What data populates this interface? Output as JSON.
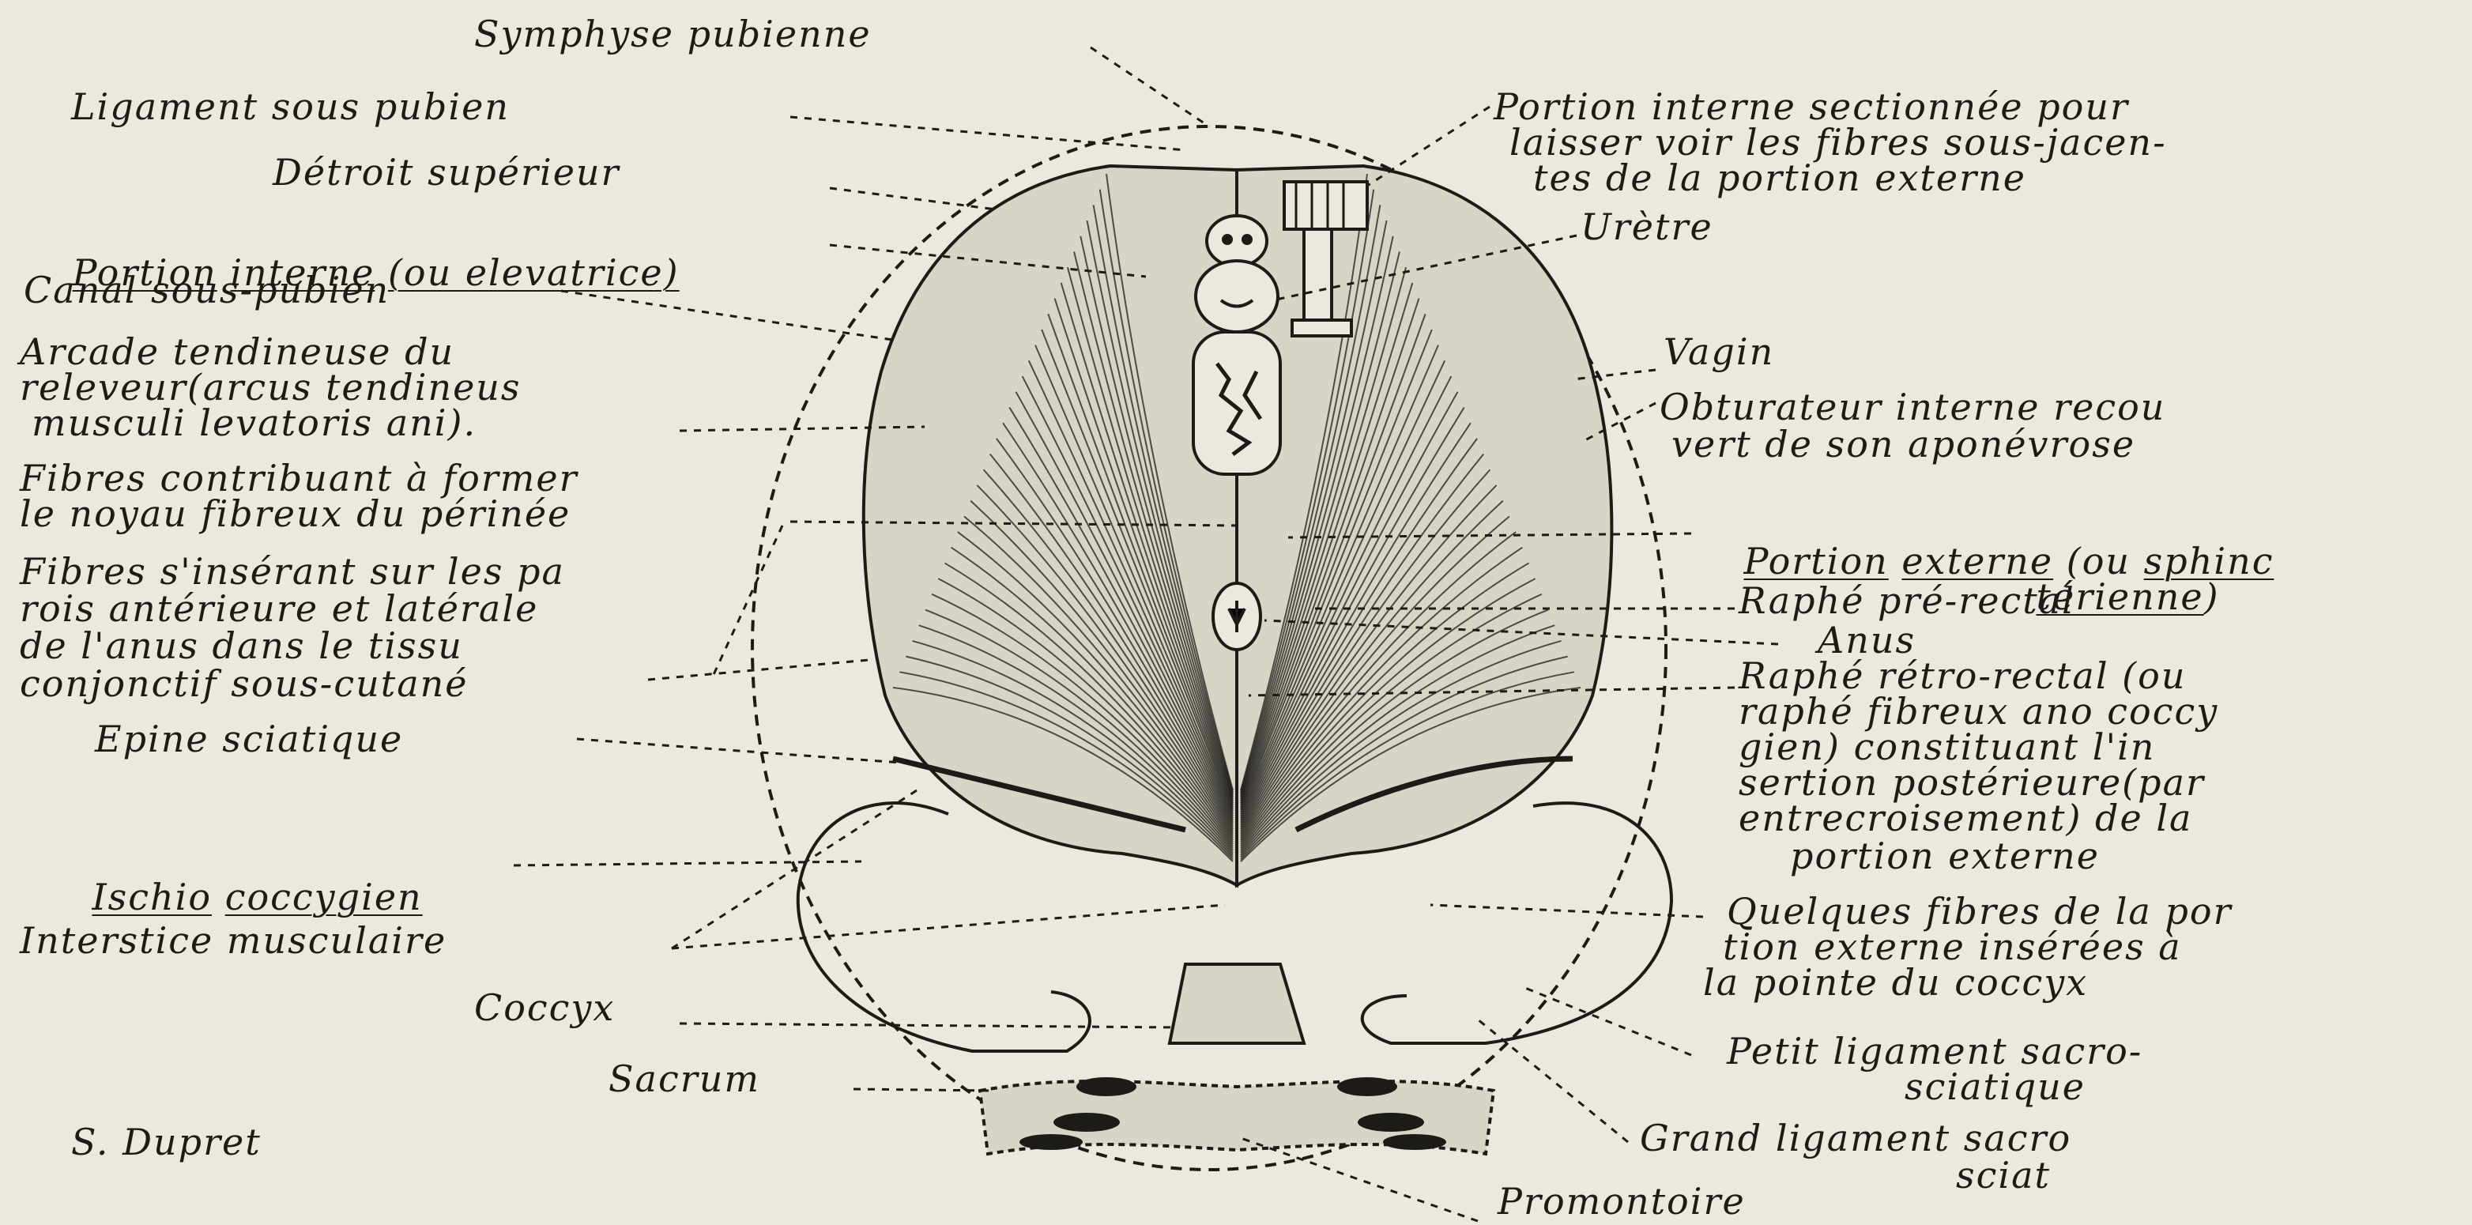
{
  "left_labels": {
    "symphyse": "Symphyse pubienne",
    "ligament_sous_pubien": "Ligament sous pubien",
    "detroit": "Détroit supérieur",
    "portion_interne_a": "Portion",
    "portion_interne_b": "interne",
    "portion_interne_c": "(ou elevatrice)",
    "canal": "Canal sous-pubien",
    "arcade_1": "Arcade tendineuse du",
    "arcade_2": "releveur(arcus tendineus",
    "arcade_3": "musculi levatoris ani).",
    "fibres_noyau_1": "Fibres contribuant à former",
    "fibres_noyau_2": "le noyau fibreux du périnée",
    "fibres_anus_1": "Fibres s'insérant sur les pa",
    "fibres_anus_2": "rois antérieure et latérale",
    "fibres_anus_3": "de l'anus dans le tissu",
    "fibres_anus_4": "conjonctif sous-cutané",
    "epine": "Epine sciatique",
    "ischio_a": "Ischio",
    "ischio_b": "coccygien",
    "interstice": "Interstice musculaire",
    "coccyx": "Coccyx",
    "sacrum": "Sacrum",
    "signature": "S. Dupret"
  },
  "right_labels": {
    "portion_sect_1": "Portion interne sectionnée pour",
    "portion_sect_2": "laisser voir les fibres sous-jacen-",
    "portion_sect_3": "tes de la portion externe",
    "uretre": "Urètre",
    "vagin": "Vagin",
    "obturateur_1": "Obturateur interne recou",
    "obturateur_2": "vert de son aponévrose",
    "portion_ext_a": "Portion",
    "portion_ext_b": "externe",
    "portion_ext_c": "(ou",
    "portion_ext_d": "sphinc",
    "portion_ext_e": "térienne",
    "portion_ext_f": ")",
    "raphe_pre": "Raphé pré-rectal",
    "anus": "Anus",
    "raphe_retro_1": "Raphé rétro-rectal (ou",
    "raphe_retro_2": "raphé fibreux ano coccy",
    "raphe_retro_3": "gien) constituant l'in",
    "raphe_retro_4": "sertion postérieure(par",
    "raphe_retro_5": "entrecroisement) de la",
    "raphe_retro_6": "portion externe",
    "quelques_1": "Quelques fibres de la por",
    "quelques_2": "tion externe insérées à",
    "quelques_3": "la pointe du coccyx",
    "petit_1": "Petit ligament sacro-",
    "petit_2": "sciatique",
    "grand_1": "Grand ligament sacro",
    "grand_2": "sciat",
    "promontoire": "Promontoire"
  },
  "colors": {
    "paper": "#ebe9df",
    "ink": "#1c1b18"
  }
}
